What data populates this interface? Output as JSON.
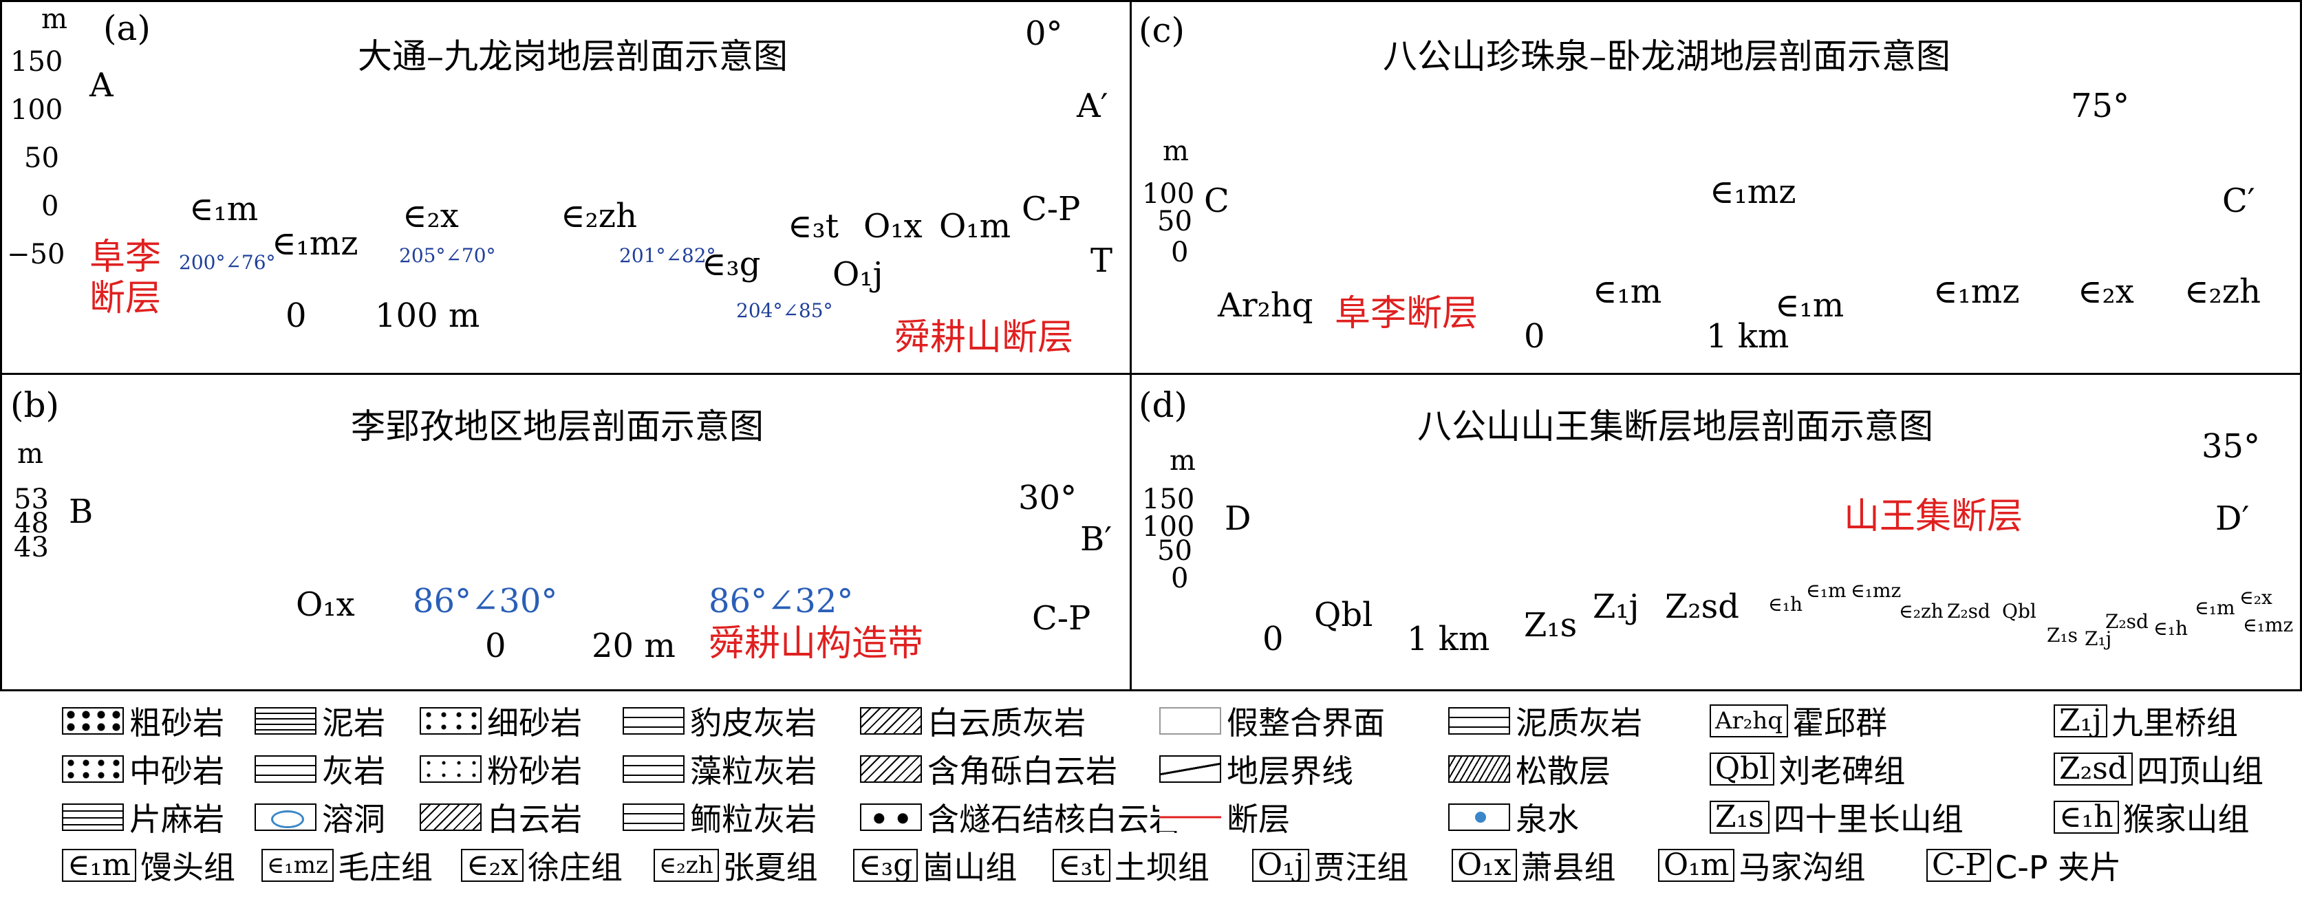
{
  "panels": {
    "a": {
      "label": "(a)",
      "title": "大通–九龙岗地层剖面示意图",
      "unit": "m",
      "ticks": [
        "150",
        "100",
        "50",
        "0",
        "−50"
      ],
      "end_left": "A",
      "end_right": "A′",
      "orientation": "0°",
      "fault1": "阜李\n断层",
      "fault2": "舜耕山断层",
      "strata": [
        "∈₁m",
        "∈₁mz",
        "∈₂x",
        "∈₂zh",
        "∈₃g",
        "∈₃t",
        "O₁j",
        "O₁x",
        "O₁m",
        "C-P",
        "T"
      ],
      "attitudes": [
        "200°∠76°",
        "205°∠70°",
        "201°∠82°",
        "204°∠85°"
      ],
      "scale0": "0",
      "scale1": "100 m"
    },
    "b": {
      "label": "(b)",
      "title": "李郢孜地区地层剖面示意图",
      "unit": "m",
      "ticks": [
        "53",
        "48",
        "43"
      ],
      "end_left": "B",
      "end_right": "B′",
      "orientation": "30°",
      "strata": [
        "O₁x",
        "C-P"
      ],
      "attitudes": [
        "86°∠30°",
        "86°∠32°"
      ],
      "fault": "舜耕山构造带",
      "scale0": "0",
      "scale1": "20 m"
    },
    "c": {
      "label": "(c)",
      "title": "八公山珍珠泉–卧龙湖地层剖面示意图",
      "unit": "m",
      "ticks": [
        "100",
        "50",
        "0"
      ],
      "end_left": "C",
      "end_right": "C′",
      "orientation": "75°",
      "strata": [
        "Ar₂hq",
        "∈₁m",
        "∈₁mz",
        "∈₁m",
        "∈₁mz",
        "∈₂x",
        "∈₂zh"
      ],
      "fault": "阜李断层",
      "scale0": "0",
      "scale1": "1 km"
    },
    "d": {
      "label": "(d)",
      "title": "八公山山王集断层地层剖面示意图",
      "unit": "m",
      "ticks": [
        "150",
        "100",
        "50",
        "0"
      ],
      "end_left": "D",
      "end_right": "D′",
      "orientation": "35°",
      "fault": "山王集断层",
      "strata": [
        "Qbl",
        "Z₁s",
        "Z₁j",
        "Z₂sd",
        "∈₁h",
        "∈₁m",
        "∈₁mz",
        "∈₂zh",
        "Z₂sd",
        "Qbl",
        "Z₁s",
        "Z₁j",
        "Z₂sd",
        "∈₁h",
        "∈₁m",
        "∈₂x",
        "∈₁mz"
      ],
      "scale0": "0",
      "scale1": "1 km"
    }
  },
  "legend": {
    "row1": [
      "粗砂岩",
      "泥岩",
      "细砂岩",
      "豹皮灰岩",
      "白云质灰岩",
      "假整合界面",
      "泥质灰岩",
      "霍邱群",
      "九里桥组"
    ],
    "row1_codes": [
      "Ar₂hq",
      "Z₁j"
    ],
    "row2": [
      "中砂岩",
      "灰岩",
      "粉砂岩",
      "藻粒灰岩",
      "含角砾白云岩",
      "地层界线",
      "松散层",
      "刘老碑组",
      "四顶山组"
    ],
    "row2_codes": [
      "Qbl",
      "Z₂sd"
    ],
    "row3": [
      "片麻岩",
      "溶洞",
      "白云岩",
      "鲕粒灰岩",
      "含燧石结核白云岩",
      "断层",
      "泉水",
      "四十里长山组",
      "猴家山组"
    ],
    "row3_codes": [
      "Z₁s",
      "∈₁h"
    ],
    "row4_codes": [
      "∈₁m",
      "∈₁mz",
      "∈₂x",
      "∈₂zh",
      "∈₃g",
      "∈₃t",
      "O₁j",
      "O₁x",
      "O₁m",
      "C-P"
    ],
    "row4_names": [
      "馒头组",
      "毛庄组",
      "徐庄组",
      "张夏组",
      "崮山组",
      "土坝组",
      "贾汪组",
      "萧县组",
      "马家沟组",
      "C-P 夹片"
    ]
  },
  "colors": {
    "fault": "#e02020",
    "cave": "#3a86c8",
    "attitude": "#1f3f9a"
  }
}
